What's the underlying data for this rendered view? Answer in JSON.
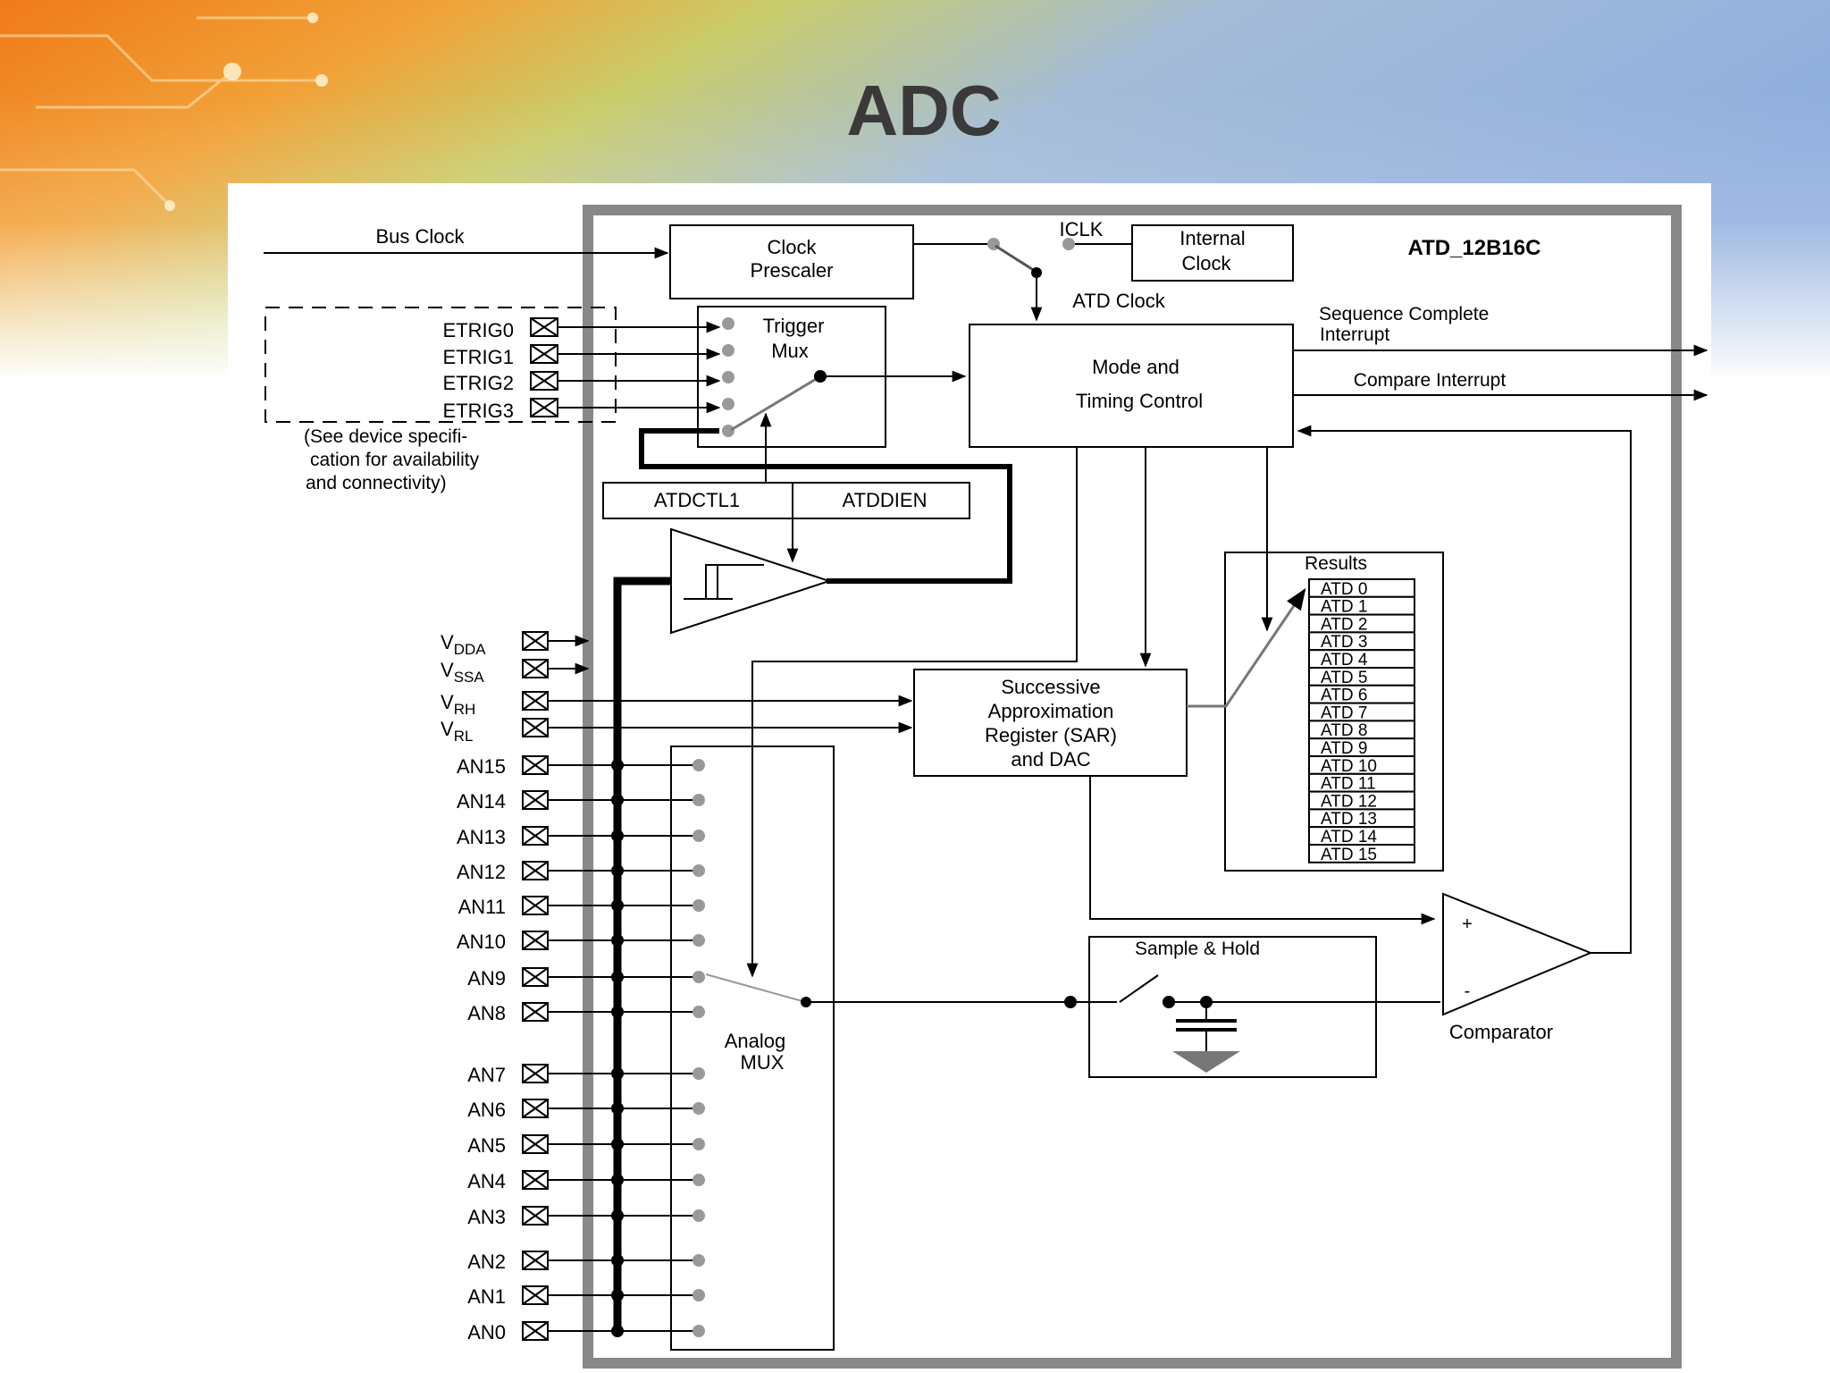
{
  "slide": {
    "title": "ADC"
  },
  "diagram": {
    "block_name": "ATD_12B16C",
    "bus_clock": "Bus Clock",
    "clock_prescaler": [
      "Clock",
      "Prescaler"
    ],
    "iclk": "ICLK",
    "internal_clock": [
      "Internal",
      "Clock"
    ],
    "atd_clock": "ATD Clock",
    "trigger_mux": [
      "Trigger",
      "Mux"
    ],
    "etrig": [
      "ETRIG0",
      "ETRIG1",
      "ETRIG2",
      "ETRIG3"
    ],
    "etrig_note": [
      "(See device specifi-",
      "cation for availability",
      "and connectivity)"
    ],
    "mode_timing": [
      "Mode and",
      "Timing Control"
    ],
    "sequence_complete": [
      "Sequence Complete",
      "Interrupt"
    ],
    "compare_interrupt": "Compare Interrupt",
    "atdctl1": "ATDCTL1",
    "atddien": "ATDDIEN",
    "results_label": "Results",
    "results": [
      "ATD 0",
      "ATD 1",
      "ATD 2",
      "ATD 3",
      "ATD 4",
      "ATD 5",
      "ATD 6",
      "ATD 7",
      "ATD 8",
      "ATD 9",
      "ATD 10",
      "ATD 11",
      "ATD 12",
      "ATD 13",
      "ATD 14",
      "ATD 15"
    ],
    "sar": [
      "Successive",
      "Approximation",
      "Register (SAR)",
      "and DAC"
    ],
    "supplies": [
      {
        "base": "V",
        "sub": "DDA"
      },
      {
        "base": "V",
        "sub": "SSA"
      },
      {
        "base": "V",
        "sub": "RH"
      },
      {
        "base": "V",
        "sub": "RL"
      }
    ],
    "analog_inputs": [
      "AN15",
      "AN14",
      "AN13",
      "AN12",
      "AN11",
      "AN10",
      "AN9",
      "AN8",
      "AN7",
      "AN6",
      "AN5",
      "AN4",
      "AN3",
      "AN2",
      "AN1",
      "AN0"
    ],
    "analog_mux": [
      "Analog",
      "MUX"
    ],
    "sample_hold": "Sample & Hold",
    "comparator": "Comparator",
    "plus": "+",
    "minus": "-"
  }
}
